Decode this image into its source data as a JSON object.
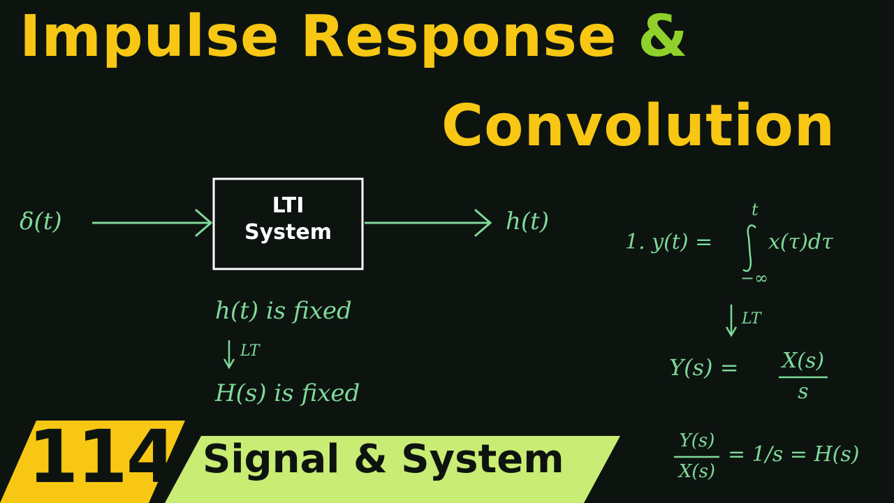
{
  "title": {
    "line1": "Impulse Response",
    "amp": "&",
    "line2": "Convolution"
  },
  "diagram": {
    "input": "δ(t)",
    "box_line1": "LTI",
    "box_line2": "System",
    "output": "h(t)"
  },
  "left_notes": {
    "line1": "h(t) is fixed",
    "arrow_label": "LT",
    "line2": "H(s) is fixed"
  },
  "right_notes": {
    "eq_prefix": "1. y(t) =",
    "upper_limit": "t",
    "integrand": "x(τ)dτ",
    "lower_limit": "−∞",
    "arrow_label": "LT",
    "eq2_left": "Y(s) =",
    "eq2_num": "X(s)",
    "eq2_den": "s",
    "eq3_num": "Y(s)",
    "eq3_den": "X(s)",
    "eq3_rest": "= 1/s = H(s)"
  },
  "footer": {
    "episode_number": "114",
    "series_name": "Signal & System"
  },
  "colors": {
    "background": "#0d1410",
    "title": "#f7c713",
    "ampersand": "#8fd12a",
    "chalk": "#7fd99a",
    "badge_yellow": "#f7c713",
    "badge_green": "#c9ec74"
  }
}
